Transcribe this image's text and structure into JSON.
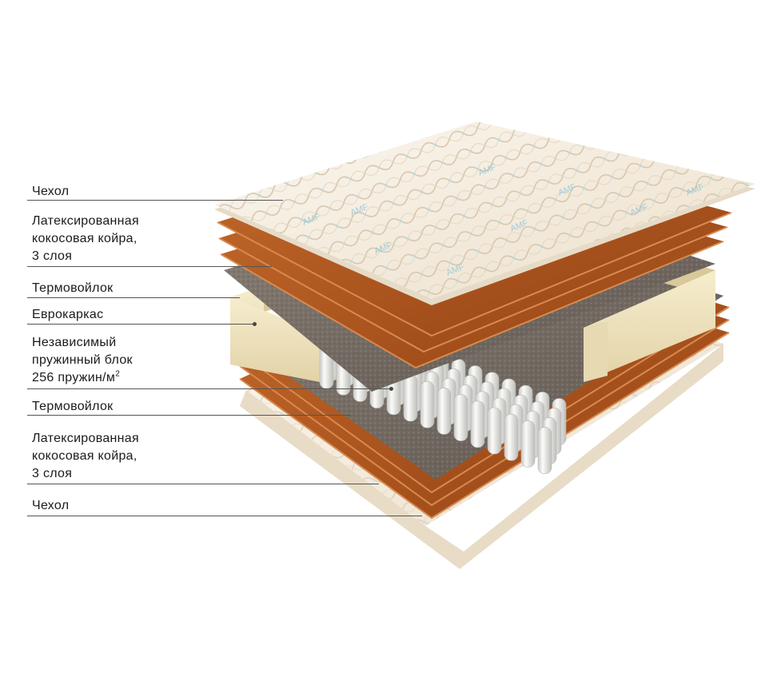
{
  "labels": {
    "cover_top": "Чехол",
    "coir_top": [
      "Латексированная",
      "кокосовая койра,",
      "3 слоя"
    ],
    "felt_top": "Термовойлок",
    "frame": "Еврокаркас",
    "springs": [
      "Независимый",
      "пружинный блок",
      "256 пружин/м",
      "2"
    ],
    "felt_bottom": "Термовойлок",
    "coir_bottom": [
      "Латексированная",
      "кокосовая койра,",
      "3 слоя"
    ],
    "cover_bottom": "Чехол"
  },
  "cover_print": "AMF",
  "colors": {
    "background": "#ffffff",
    "text": "#1b1b1b",
    "leader_line": "#555555",
    "cover_fabric": "#f4ecde",
    "cover_quilt": "#d8c9b1",
    "cover_print": "#8fc6d6",
    "coir": "#b35a22",
    "coir_edge": "#d98a4f",
    "felt": "#6f665e",
    "foam_frame": "#efe3bd",
    "springs": "#f2f2f0",
    "spring_shadow": "#b9b9b6"
  },
  "image": {
    "subject": "mattress-layer-cutaway",
    "icons": [
      "mattress-illustration"
    ]
  }
}
